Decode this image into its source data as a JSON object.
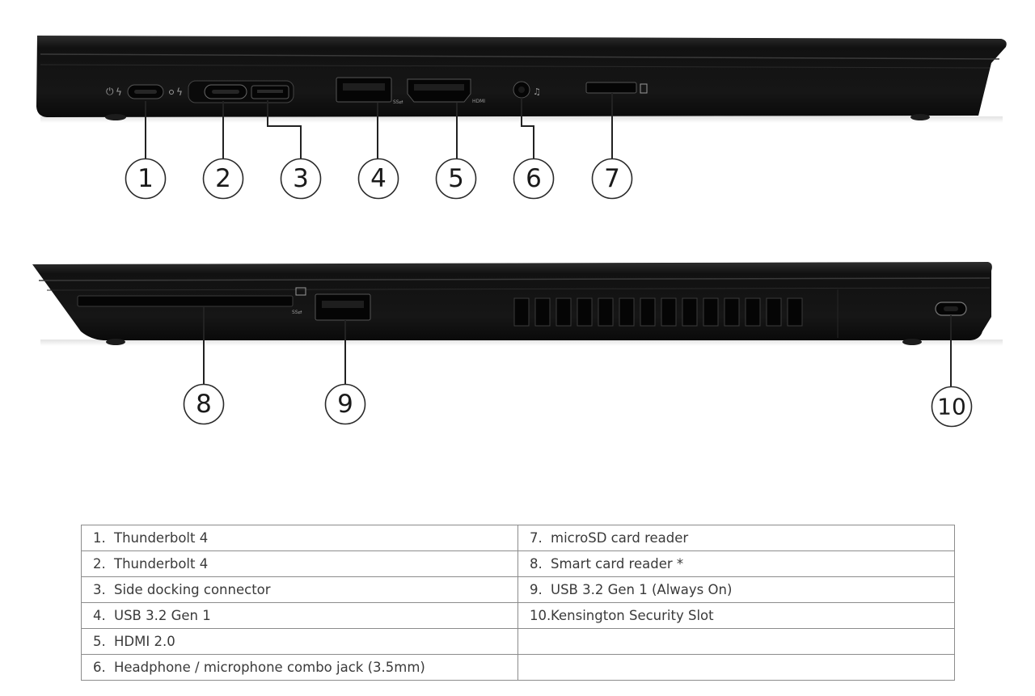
{
  "diagram": {
    "top_view_port_labels": {
      "usb": "SS⇄",
      "hdmi": "HDMI"
    },
    "callouts": [
      "1",
      "2",
      "3",
      "4",
      "5",
      "6",
      "7",
      "8",
      "9",
      "10"
    ]
  },
  "table": {
    "rows": [
      {
        "left": {
          "num": "1.",
          "text": "Thunderbolt 4"
        },
        "right": {
          "num": "7.",
          "text": "microSD card reader"
        }
      },
      {
        "left": {
          "num": "2.",
          "text": "Thunderbolt 4"
        },
        "right": {
          "num": "8.",
          "text": "Smart card reader *"
        }
      },
      {
        "left": {
          "num": "3.",
          "text": "Side docking connector"
        },
        "right": {
          "num": "9.",
          "text": "USB 3.2 Gen 1 (Always On)"
        }
      },
      {
        "left": {
          "num": "4.",
          "text": "USB 3.2 Gen 1"
        },
        "right": {
          "num": "10.",
          "text": "Kensington Security Slot"
        }
      },
      {
        "left": {
          "num": "5.",
          "text": "HDMI 2.0"
        },
        "right": {
          "num": "",
          "text": ""
        }
      },
      {
        "left": {
          "num": "6.",
          "text": "Headphone / microphone combo jack (3.5mm)"
        },
        "right": {
          "num": "",
          "text": ""
        }
      }
    ]
  },
  "colors": {
    "chassis": "#151515",
    "chassis_edge": "#2b2b2b",
    "port": "#050505",
    "leader": "#222222"
  }
}
